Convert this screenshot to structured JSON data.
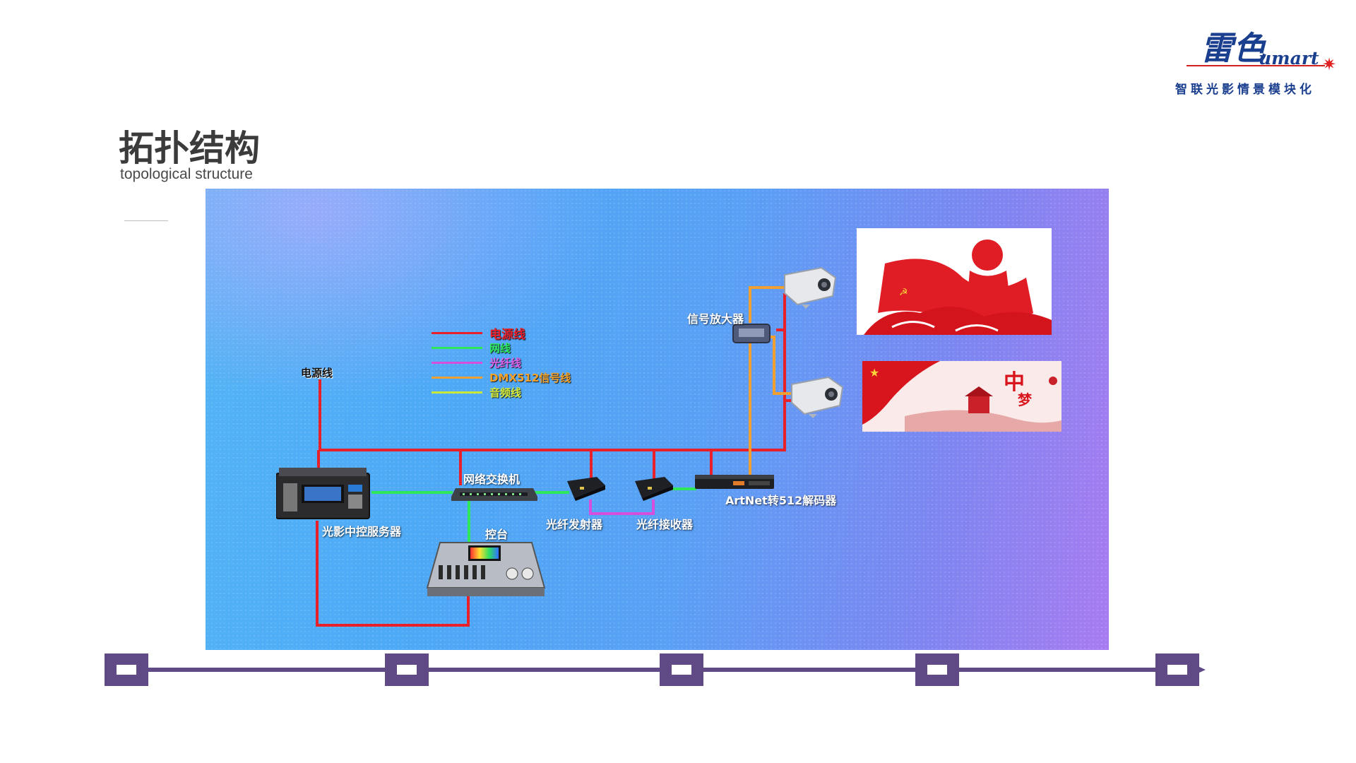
{
  "brand": {
    "logo_script": "雷色",
    "logo_latin": "umart",
    "slogan": "智联光影情景模块化"
  },
  "header": {
    "title": "拓扑结构",
    "subtitle": "topological structure"
  },
  "legend": {
    "items": [
      {
        "label": "电源线",
        "color": "#e8202a"
      },
      {
        "label": "网线",
        "color": "#2ee85a"
      },
      {
        "label": "光纤线",
        "color": "#d64fdc"
      },
      {
        "label": "DMX512信号线",
        "color": "#f0a030"
      },
      {
        "label": "音频线",
        "color": "#c8e83a"
      }
    ]
  },
  "diagram": {
    "power_label": "电源线",
    "devices": {
      "server": "光影中控服务器",
      "switch": "网络交换机",
      "console": "控台",
      "fiber_tx": "光纤发射器",
      "fiber_rx": "光纤接收器",
      "decoder": "ArtNet转512解码器",
      "amplifier": "信号放大器"
    },
    "colors": {
      "power": "#e8202a",
      "network": "#2ee85a",
      "fiber": "#d64fdc",
      "dmx": "#f0a030",
      "audio": "#c8e83a"
    }
  },
  "timeline": {
    "node_count": 5,
    "color": "#5f4a86"
  }
}
